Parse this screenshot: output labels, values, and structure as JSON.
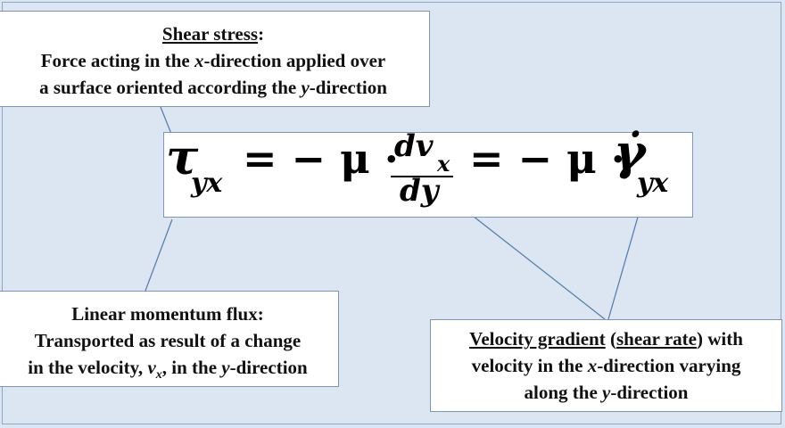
{
  "shear_box": {
    "title": "Shear stress",
    "colon": ":",
    "line2_a": "Force acting in the ",
    "line2_var": "x",
    "line2_b": "-direction applied over",
    "line3_a": "a surface oriented according the ",
    "line3_var": "y",
    "line3_b": "-direction"
  },
  "momentum_box": {
    "title": "Linear momentum flux:",
    "line2": "Transported as result of a change",
    "line3_a": "in the velocity, ",
    "line3_var": "v",
    "line3_sub": "x",
    "line3_b": ", in the ",
    "line3_var2": "y",
    "line3_c": "-direction"
  },
  "gradient_box": {
    "title_a": "Velocity gradient",
    "title_b": " (",
    "title_c": "shear rate",
    "title_d": ") with",
    "line2_a": "velocity in the ",
    "line2_var": "x",
    "line2_b": "-direction varying",
    "line3_a": "along the ",
    "line3_var": "y",
    "line3_b": "-direction"
  },
  "equation": {
    "tau": "τ",
    "tau_sub": "yx",
    "eq1": "= − μ ·",
    "num": "dv",
    "num_sub": "x",
    "den": "dy",
    "eq2": "= −  μ ·",
    "gamma": "γ̇",
    "gamma_sub": "yx"
  },
  "colors": {
    "background": "#dce6f2",
    "box_border": "#7f97b5",
    "connector": "#5b7faa"
  }
}
